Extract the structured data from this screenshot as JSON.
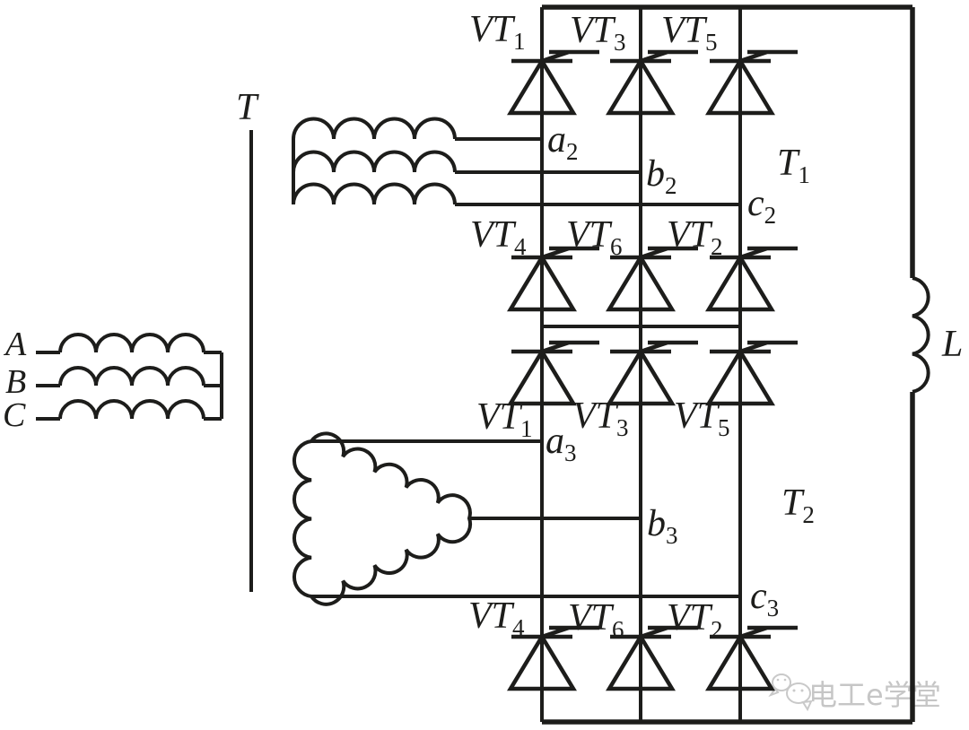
{
  "diagram": {
    "transformer_label": "T",
    "primary_phases": [
      "A",
      "B",
      "C"
    ],
    "inductor_label": "L",
    "bridges": [
      {
        "name": {
          "main": "T",
          "sub": "1"
        },
        "taps": [
          {
            "main": "a",
            "sub": "2"
          },
          {
            "main": "b",
            "sub": "2"
          },
          {
            "main": "c",
            "sub": "2"
          }
        ],
        "upper_thyristors": [
          {
            "main": "VT",
            "sub": "1"
          },
          {
            "main": "VT",
            "sub": "3"
          },
          {
            "main": "VT",
            "sub": "5"
          }
        ],
        "lower_thyristors": [
          {
            "main": "VT",
            "sub": "4"
          },
          {
            "main": "VT",
            "sub": "6"
          },
          {
            "main": "VT",
            "sub": "2"
          }
        ]
      },
      {
        "name": {
          "main": "T",
          "sub": "2"
        },
        "taps": [
          {
            "main": "a",
            "sub": "3"
          },
          {
            "main": "b",
            "sub": "3"
          },
          {
            "main": "c",
            "sub": "3"
          }
        ],
        "upper_thyristors": [
          {
            "main": "VT",
            "sub": "1"
          },
          {
            "main": "VT",
            "sub": "3"
          },
          {
            "main": "VT",
            "sub": "5"
          }
        ],
        "lower_thyristors": [
          {
            "main": "VT",
            "sub": "4"
          },
          {
            "main": "VT",
            "sub": "6"
          },
          {
            "main": "VT",
            "sub": "2"
          }
        ]
      }
    ],
    "watermark": {
      "text": "电工e学堂",
      "icon": "wechat-bubbles-icon"
    },
    "colors": {
      "line": "#1d1d1b",
      "watermark": "#c6c6c6",
      "background": "#ffffff"
    }
  }
}
